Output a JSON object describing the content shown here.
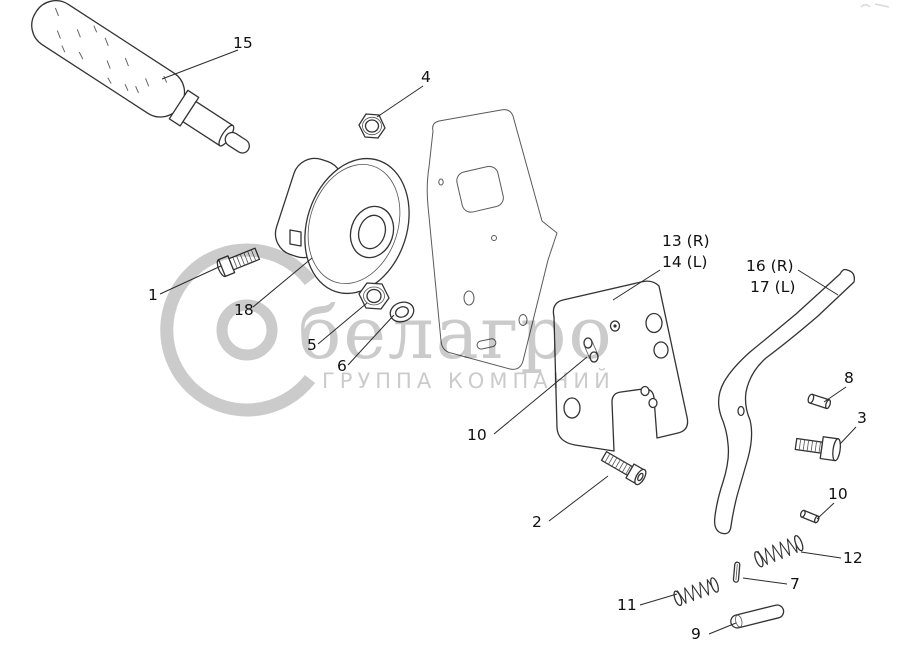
{
  "watermark": {
    "brand": "белагро",
    "subtitle": "ГРУППА КОМПАНИЙ",
    "color": "#c2c2c2"
  },
  "colors": {
    "line": "#333333",
    "background": "#ffffff"
  },
  "callouts": {
    "part15": "15",
    "part4": "4",
    "part1": "1",
    "part18": "18",
    "part5": "5",
    "part6": "6",
    "part13": "13 (R)",
    "part14": "14 (L)",
    "part16": "16 (R)",
    "part17": "17 (L)",
    "part10a": "10",
    "part8": "8",
    "part3": "3",
    "part2": "2",
    "part10b": "10",
    "part12": "12",
    "part7": "7",
    "part11": "11",
    "part9": "9"
  }
}
